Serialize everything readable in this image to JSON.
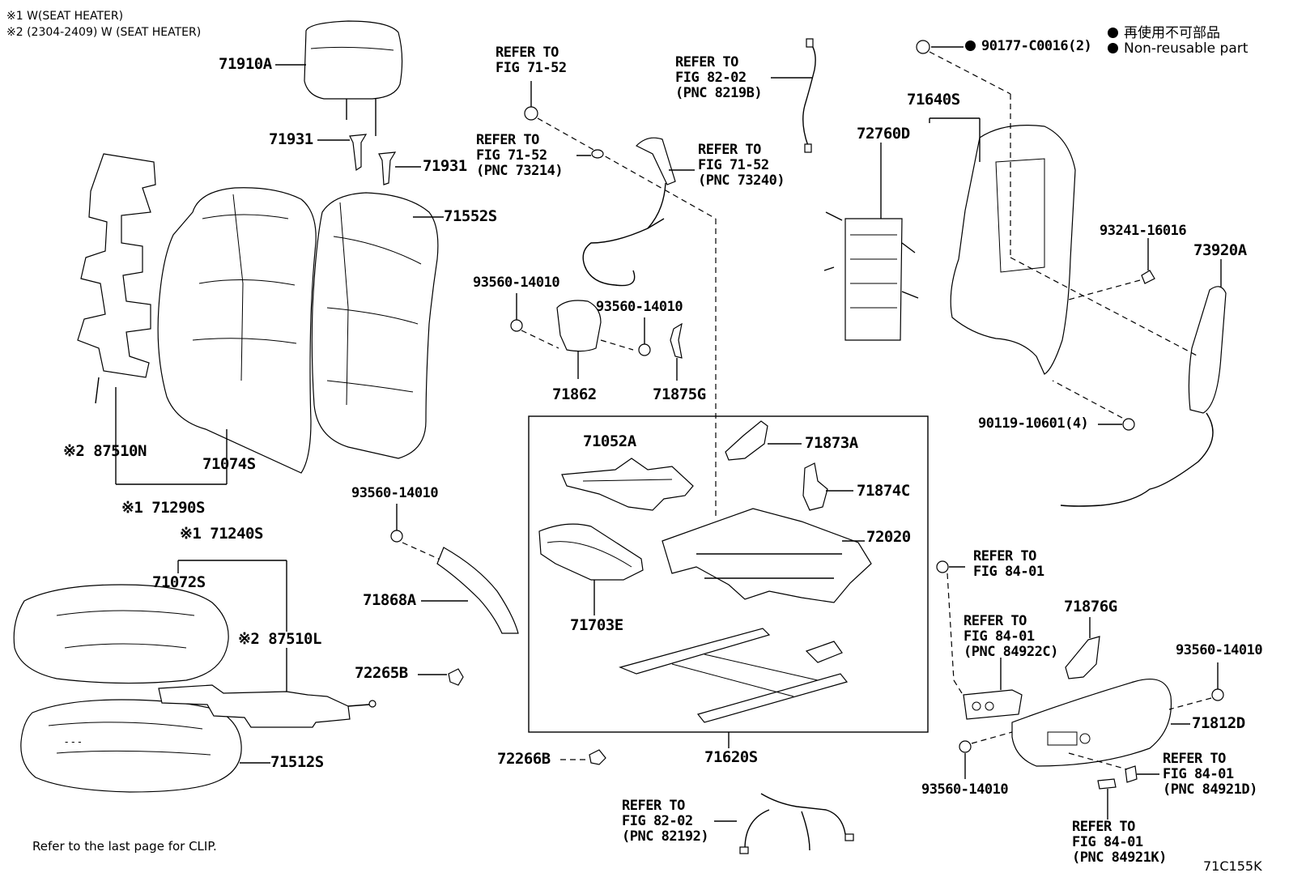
{
  "header": {
    "note1": "※1 W(SEAT HEATER)",
    "note2": "※2 (2304-2409) W (SEAT HEATER)",
    "footer": "Refer to the last page for CLIP.",
    "code": "71C155K"
  },
  "legend": {
    "jp": "再使用不可部品",
    "en": "Non-reusable part",
    "marker_color": "#000000"
  },
  "labels": {
    "p71910A": "71910A",
    "p71931a": "71931",
    "p71931b": "71931",
    "p71552S": "71552S",
    "p87510N": "※2 87510N",
    "p71074S": "71074S",
    "p71290S": "※1 71290S",
    "p71240S": "※1 71240S",
    "p71072S": "71072S",
    "p87510L": "※2 87510L",
    "p71512S": "71512S",
    "p72265B": "72265B",
    "p72266B": "72266B",
    "p93560a": "93560-14010",
    "p71868A": "71868A",
    "p93560b": "93560-14010",
    "p93560c": "93560-14010",
    "p71862": "71862",
    "p71875G": "71875G",
    "p71052A": "71052A",
    "p71873A": "71873A",
    "p71874C": "71874C",
    "p72020": "72020",
    "p71703E": "71703E",
    "p71620S": "71620S",
    "p71640S": "71640S",
    "p72760D": "72760D",
    "p93241": "93241-16016",
    "p73920A": "73920A",
    "p90119": "90119-10601(4)",
    "p90177": "90177-C0016(2)",
    "p71876G": "71876G",
    "p93560d": "93560-14010",
    "p71812D": "71812D",
    "p93560e": "93560-14010"
  },
  "refs": {
    "r7152a": [
      "REFER TO",
      "FIG 71-52"
    ],
    "r7152b": [
      "REFER TO",
      "FIG 71-52",
      "(PNC 73214)"
    ],
    "r8202a": [
      "REFER TO",
      "FIG 82-02",
      "(PNC 8219B)"
    ],
    "r7152c": [
      "REFER TO",
      "FIG 71-52",
      "(PNC 73240)"
    ],
    "r8401a": [
      "REFER TO",
      "FIG 84-01"
    ],
    "r8401b": [
      "REFER TO",
      "FIG 84-01",
      "(PNC 84922C)"
    ],
    "r8401c": [
      "REFER TO",
      "FIG 84-01",
      "(PNC 84921D)"
    ],
    "r8401d": [
      "REFER TO",
      "FIG 84-01",
      "(PNC 84921K)"
    ],
    "r8202b": [
      "REFER TO",
      "FIG 82-02",
      "(PNC 82192)"
    ]
  }
}
